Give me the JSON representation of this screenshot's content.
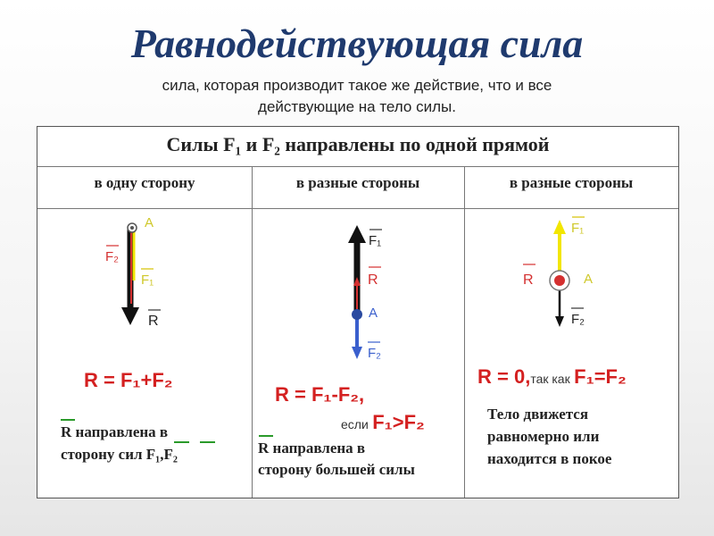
{
  "title": "Равнодействующая сила",
  "subtitle": "сила, которая производит такое же действие, что и все действующие на тело силы.",
  "table": {
    "header": "Силы F₁ и F₂ направлены по одной прямой",
    "columns": [
      "в одну сторону",
      "в разные стороны",
      "в разные стороны"
    ]
  },
  "col1": {
    "labels": {
      "A": "A",
      "F2": "F₂",
      "F1": "F₁",
      "R": "R"
    },
    "formula": "R = F₁+F₂",
    "note_line1": "R направлена в",
    "note_line2": "сторону сил F₁,F₂"
  },
  "col2": {
    "labels": {
      "F1": "F₁",
      "R": "R",
      "A": "A",
      "F2": "F₂"
    },
    "formula": "R = F₁-F₂,",
    "condition_prefix": "если",
    "condition": "F₁>F₂",
    "note_line1": "R направлена в",
    "note_line2": "сторону большей силы"
  },
  "col3": {
    "labels": {
      "F1": "F₁",
      "R": "R",
      "A": "A",
      "F2": "F₂"
    },
    "formula_main": "R = 0,",
    "formula_mid": "так как",
    "formula_end": "F₁=F₂",
    "note_line1": "Тело движется",
    "note_line2": "равномерно или",
    "note_line3": "находится в покое"
  },
  "colors": {
    "title": "#1f3a6e",
    "formula": "#d42020",
    "arrow_black": "#111111",
    "arrow_red": "#d43030",
    "arrow_yellow": "#f2e600",
    "arrow_blue": "#3a5fcd",
    "label_yellow": "#cfc82a",
    "vector_bar": "#2a9a2a"
  }
}
